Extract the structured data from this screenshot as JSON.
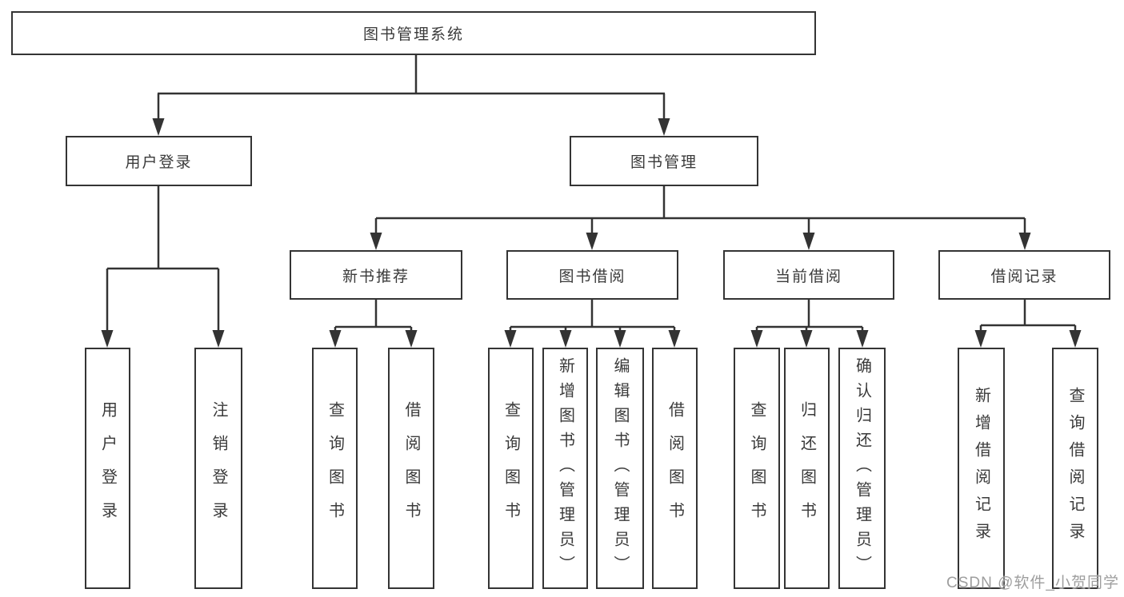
{
  "diagram": {
    "nodes": {
      "root": {
        "label": "图书管理系统"
      },
      "user_login": {
        "label": "用户登录"
      },
      "book_mgmt": {
        "label": "图书管理"
      },
      "new_book_rec": {
        "label": "新书推荐"
      },
      "book_borrow": {
        "label": "图书借阅"
      },
      "current_borrow": {
        "label": "当前借阅"
      },
      "borrow_record": {
        "label": "借阅记录"
      },
      "leaf_user_login": {
        "label": "用户登录"
      },
      "leaf_logout": {
        "label": "注销登录"
      },
      "leaf_query_book_rec": {
        "label": "查询图书"
      },
      "leaf_borrow_book_rec": {
        "label": "借阅图书"
      },
      "leaf_query_book_borrow": {
        "label": "查询图书"
      },
      "leaf_add_book": {
        "label": "新增图书（管理员）"
      },
      "leaf_edit_book": {
        "label": "编辑图书（管理员）"
      },
      "leaf_borrow_book": {
        "label": "借阅图书"
      },
      "leaf_query_book_current": {
        "label": "查询图书"
      },
      "leaf_return_book": {
        "label": "归还图书"
      },
      "leaf_confirm_return": {
        "label": "确认归还（管理员）"
      },
      "leaf_add_record": {
        "label": "新增借阅记录"
      },
      "leaf_query_record": {
        "label": "查询借阅记录"
      }
    },
    "hierarchy": {
      "图书管理系统": {
        "用户登录": [
          "用户登录",
          "注销登录"
        ],
        "图书管理": {
          "新书推荐": [
            "查询图书",
            "借阅图书"
          ],
          "图书借阅": [
            "查询图书",
            "新增图书（管理员）",
            "编辑图书（管理员）",
            "借阅图书"
          ],
          "当前借阅": [
            "查询图书",
            "归还图书",
            "确认归还（管理员）"
          ],
          "借阅记录": [
            "新增借阅记录",
            "查询借阅记录"
          ]
        }
      }
    },
    "colors": {
      "line": "#333333",
      "box_border": "#343434",
      "text": "#3a3a3a",
      "background": "#ffffff",
      "watermark": "#9e9e9e"
    },
    "watermark": {
      "text": "CSDN @软件_小贺同学"
    }
  }
}
